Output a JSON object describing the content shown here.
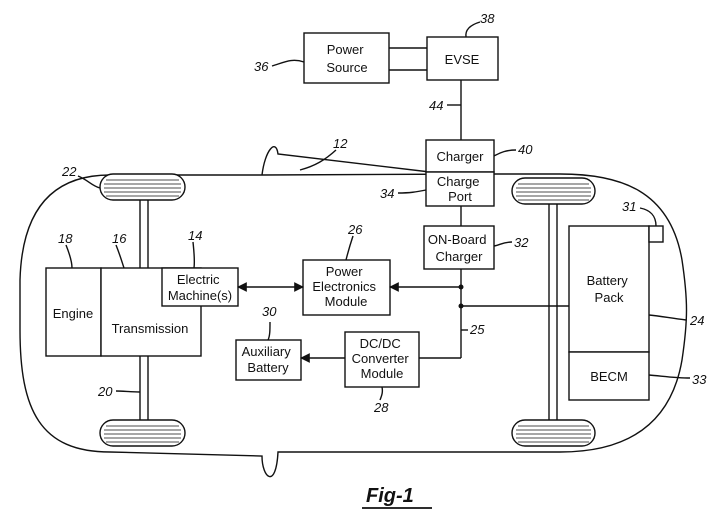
{
  "figure": {
    "title": "Fig-1"
  },
  "components": {
    "power_source": [
      "Power",
      "Source"
    ],
    "evse": [
      "EVSE"
    ],
    "charger": [
      "Charger"
    ],
    "charge_port": [
      "Charge",
      "Port"
    ],
    "onboard_charger": [
      "ON-Board",
      "Charger"
    ],
    "engine": [
      "Engine"
    ],
    "transmission": [
      "Transmission"
    ],
    "electric_machine": [
      "Electric",
      "Machine(s)"
    ],
    "power_electronics": [
      "Power",
      "Electronics",
      "Module"
    ],
    "auxiliary_battery": [
      "Auxiliary",
      "Battery"
    ],
    "dcdc_converter": [
      "DC/DC",
      "Converter",
      "Module"
    ],
    "battery_pack": [
      "Battery",
      "Pack"
    ],
    "becm": [
      "BECM"
    ]
  },
  "refs": {
    "r12": "12",
    "r14": "14",
    "r16": "16",
    "r18": "18",
    "r20": "20",
    "r22": "22",
    "r24": "24",
    "r25": "25",
    "r26": "26",
    "r28": "28",
    "r30": "30",
    "r31": "31",
    "r32": "32",
    "r33": "33",
    "r34": "34",
    "r36": "36",
    "r38": "38",
    "r40": "40",
    "r44": "44"
  }
}
